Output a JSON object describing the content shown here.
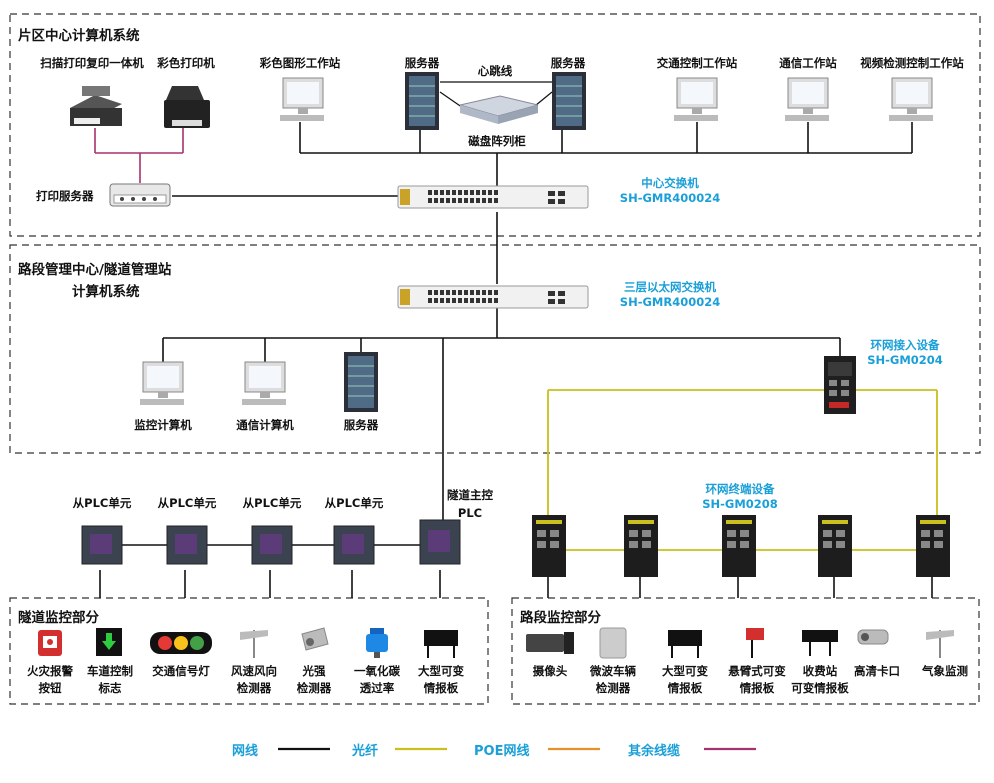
{
  "central": {
    "title": "片区中心计算机系统",
    "scanner_label": "扫描打印复印一体机",
    "color_printer_label": "彩色打印机",
    "graphics_ws_label": "彩色图形工作站",
    "server_left_label": "服务器",
    "heartbeat_label": "心跳线",
    "server_right_label": "服务器",
    "disk_array_label": "磁盘阵列柜",
    "traffic_ws_label": "交通控制工作站",
    "comm_ws_label": "通信工作站",
    "video_ws_label": "视频检测控制工作站",
    "print_server_label": "打印服务器",
    "switch_name": "中心交换机",
    "switch_model": "SH-GMR400024"
  },
  "station": {
    "title_line1": "路段管理中心/隧道管理站",
    "title_line2": "计算机系统",
    "switch_name": "三层以太网交换机",
    "switch_model": "SH-GMR400024",
    "monitor_pc_label": "监控计算机",
    "comm_pc_label": "通信计算机",
    "server_label": "服务器",
    "ring_access_name": "环网接入设备",
    "ring_access_model": "SH-GM0204"
  },
  "plc": {
    "slave_labels": [
      "从PLC单元",
      "从PLC单元",
      "从PLC单元",
      "从PLC单元"
    ],
    "master_line1": "隧道主控",
    "master_line2": "PLC"
  },
  "ring": {
    "terminal_name": "环网终端设备",
    "terminal_model": "SH-GM0208"
  },
  "tunnel": {
    "title": "隧道监控部分",
    "devices": [
      {
        "line1": "火灾报警",
        "line2": "按钮",
        "icon": "fire-alarm-button-icon"
      },
      {
        "line1": "车道控制",
        "line2": "标志",
        "icon": "lane-control-sign-icon"
      },
      {
        "line1": "交通信号灯",
        "line2": "",
        "icon": "traffic-light-icon"
      },
      {
        "line1": "风速风向",
        "line2": "检测器",
        "icon": "wind-detector-icon"
      },
      {
        "line1": "光强",
        "line2": "检测器",
        "icon": "light-detector-icon"
      },
      {
        "line1": "一氧化碳",
        "line2": "透过率",
        "icon": "co-detector-icon"
      },
      {
        "line1": "大型可变",
        "line2": "情报板",
        "icon": "vms-board-icon"
      }
    ]
  },
  "road": {
    "title": "路段监控部分",
    "devices": [
      {
        "line1": "摄像头",
        "line2": "",
        "icon": "camera-icon"
      },
      {
        "line1": "微波车辆",
        "line2": "检测器",
        "icon": "microwave-detector-icon"
      },
      {
        "line1": "大型可变",
        "line2": "情报板",
        "icon": "vms-board-icon"
      },
      {
        "line1": "悬臂式可变",
        "line2": "情报板",
        "icon": "cantilever-vms-icon"
      },
      {
        "line1": "收费站",
        "line2": "可变情报板",
        "icon": "toll-vms-icon"
      },
      {
        "line1": "高清卡口",
        "line2": "",
        "icon": "hd-checkpoint-icon"
      },
      {
        "line1": "气象监测",
        "line2": "",
        "icon": "weather-station-icon"
      }
    ]
  },
  "legend": {
    "items": [
      {
        "label": "网线",
        "color": "#111111"
      },
      {
        "label": "光纤",
        "color": "#c9bf1f"
      },
      {
        "label": "POE网线",
        "color": "#e5902a"
      },
      {
        "label": "其余线缆",
        "color": "#a5326e"
      }
    ]
  },
  "colors": {
    "accent_blue": "#1a9fd8",
    "fiber": "#c9bf1f",
    "network": "#111111",
    "other_cable": "#a5326e"
  }
}
